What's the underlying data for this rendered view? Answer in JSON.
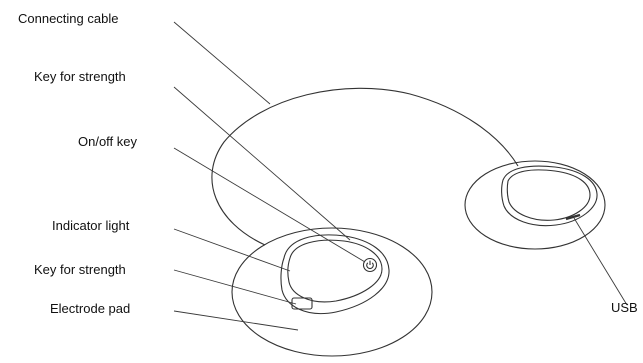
{
  "labels": {
    "connecting_cable": "Connecting cable",
    "key_strength_top": "Key for strength",
    "on_off_key": "On/off key",
    "indicator_light": "Indicator light",
    "key_strength_bottom": "Key for strength",
    "electrode_pad": "Electrode pad",
    "usb": "USB"
  }
}
